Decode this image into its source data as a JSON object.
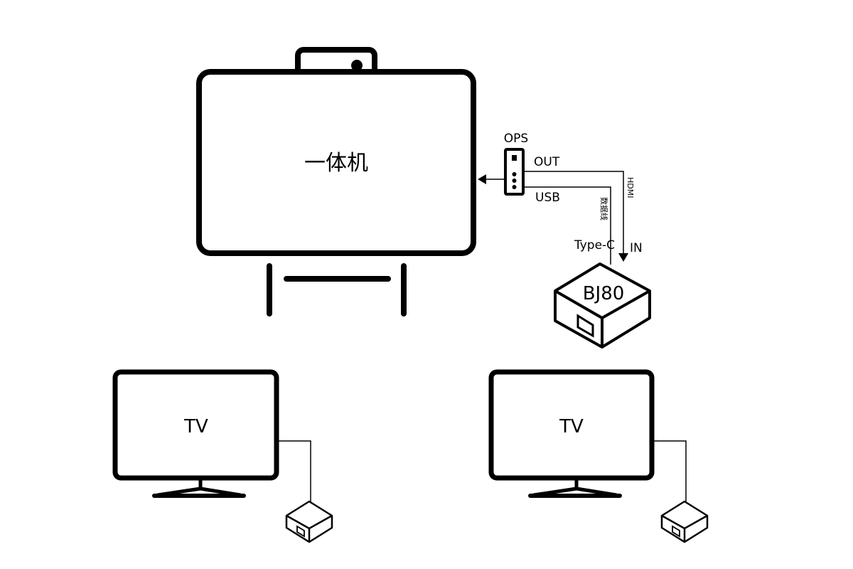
{
  "main_display": {
    "label": "一体机"
  },
  "ops": {
    "label": "OPS",
    "out_label": "OUT",
    "usb_label": "USB"
  },
  "cables": {
    "hdmi_label": "HDMI",
    "data_cable_label": "数据线"
  },
  "bj80": {
    "label": "BJ80",
    "typec_label": "Type-C",
    "in_label": "IN"
  },
  "tvs": [
    {
      "label": "TV"
    },
    {
      "label": "TV"
    }
  ]
}
